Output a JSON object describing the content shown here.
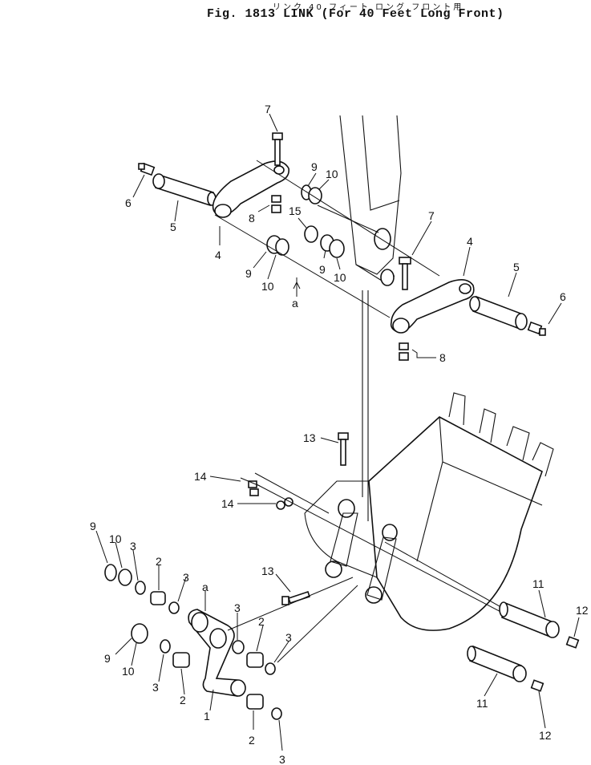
{
  "header": {
    "title_jp": "リンク 40 フィート ロング フロント用",
    "title": "Fig. 1813   LINK (For 40 Feet Long Front)"
  },
  "view_marker": "a",
  "callouts": [
    {
      "id": "c7a",
      "text": "7"
    },
    {
      "id": "c6a",
      "text": "6"
    },
    {
      "id": "c5a",
      "text": "5"
    },
    {
      "id": "c4a",
      "text": "4"
    },
    {
      "id": "c8a",
      "text": "8"
    },
    {
      "id": "c9a",
      "text": "9"
    },
    {
      "id": "c10a",
      "text": "10"
    },
    {
      "id": "c15",
      "text": "15"
    },
    {
      "id": "c9b",
      "text": "9"
    },
    {
      "id": "c10b",
      "text": "10"
    },
    {
      "id": "c9c",
      "text": "9"
    },
    {
      "id": "c10c",
      "text": "10"
    },
    {
      "id": "c7b",
      "text": "7"
    },
    {
      "id": "c4b",
      "text": "4"
    },
    {
      "id": "c5b",
      "text": "5"
    },
    {
      "id": "c6b",
      "text": "6"
    },
    {
      "id": "c8b",
      "text": "8"
    },
    {
      "id": "c13a",
      "text": "13"
    },
    {
      "id": "c14a",
      "text": "14"
    },
    {
      "id": "c14b",
      "text": "14"
    },
    {
      "id": "c13b",
      "text": "13"
    },
    {
      "id": "c9d",
      "text": "9"
    },
    {
      "id": "c10d",
      "text": "10"
    },
    {
      "id": "c3a",
      "text": "3"
    },
    {
      "id": "c2a",
      "text": "2"
    },
    {
      "id": "c3b",
      "text": "3"
    },
    {
      "id": "c3c",
      "text": "3"
    },
    {
      "id": "c2b",
      "text": "2"
    },
    {
      "id": "c3d",
      "text": "3"
    },
    {
      "id": "c9e",
      "text": "9"
    },
    {
      "id": "c10e",
      "text": "10"
    },
    {
      "id": "c3e",
      "text": "3"
    },
    {
      "id": "c2c",
      "text": "2"
    },
    {
      "id": "c1",
      "text": "1"
    },
    {
      "id": "c2d",
      "text": "2"
    },
    {
      "id": "c3f",
      "text": "3"
    },
    {
      "id": "c11a",
      "text": "11"
    },
    {
      "id": "c12a",
      "text": "12"
    },
    {
      "id": "c11b",
      "text": "11"
    },
    {
      "id": "c12b",
      "text": "12"
    }
  ]
}
